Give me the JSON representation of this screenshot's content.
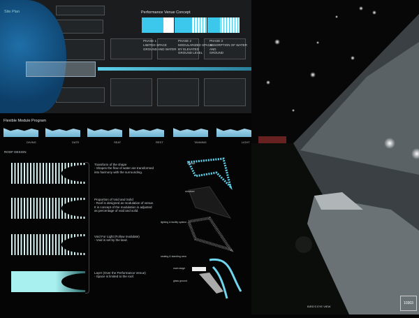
{
  "site_plan": {
    "title": "Site Plan"
  },
  "concept": {
    "title": "Performance Venue Concept",
    "phases": [
      {
        "label": "PHASE 1",
        "desc": "LIMITED SPACE\nGROUND AND WATER"
      },
      {
        "label": "PHASE 2",
        "desc": "MODULARIZED SPACE\nBY ELEVATED\nGROUND LEVEL"
      },
      {
        "label": "PHASE 3",
        "desc": "ABSORPTION OF WATER AND\nGROUND"
      }
    ]
  },
  "modules": {
    "title": "Flexible Module Program",
    "items": [
      "DIVING",
      "DATE",
      "SEAT",
      "REST",
      "TANNING",
      "LIGHT"
    ]
  },
  "roof": {
    "title": "ROOF DESIGN",
    "steps": [
      {
        "title": "Transform of the shape",
        "desc": "- Shapes the flow of water are transformed\n  into harmony with the surrounding."
      },
      {
        "title": "Proportion of Void and Solid",
        "desc": "- Roof is designed as modulation of venue.\n  It is concept of the modulation is adjusted\n  as percentage of void and solid."
      },
      {
        "title": "Void For Light (Follow modulate)",
        "desc": "- Void is set by the land."
      },
      {
        "title": "Layer (Over the Performance Venue)",
        "desc": "- Space is limited to the roof."
      }
    ]
  },
  "layers": [
    "surface",
    "structure",
    "lighting & facility system",
    "seating & standing area",
    "main stage",
    "glass ground"
  ],
  "render": {
    "caption": "BIRD'S EYE VIEW",
    "logo": "10303"
  },
  "colors": {
    "accent": "#3cc8ec",
    "water": "#0c3e68"
  }
}
